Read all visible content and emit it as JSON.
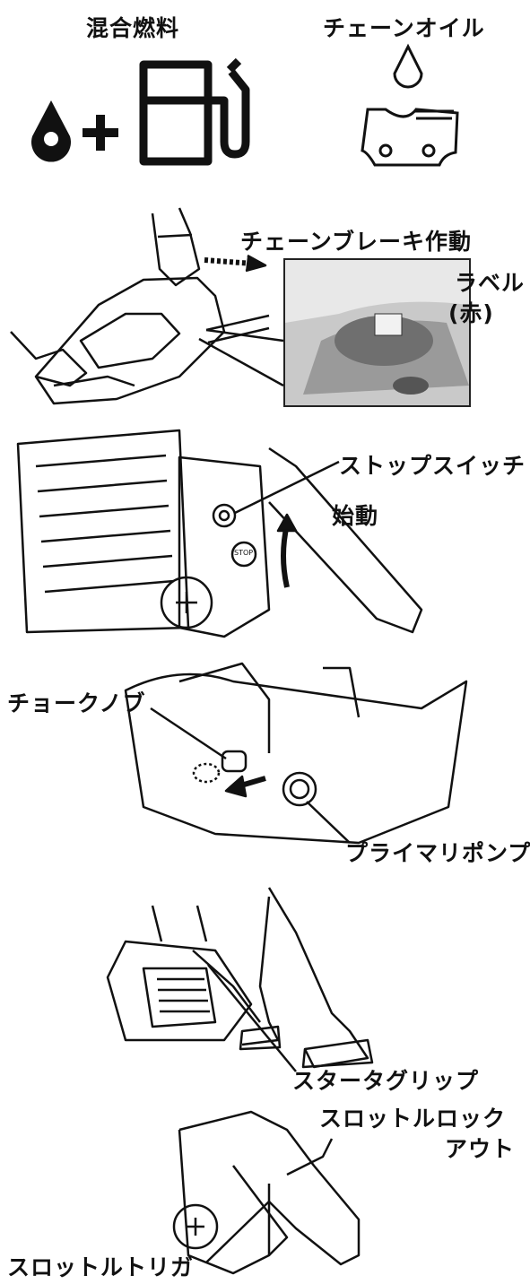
{
  "fuel_section": {
    "mixed_fuel_label": "混合燃料",
    "chain_oil_label": "チェーンオイル"
  },
  "brake_section": {
    "chain_brake_label": "チェーンブレーキ作動",
    "label_red_line1": "ラベル",
    "label_red_line2": "(赤)"
  },
  "stop_section": {
    "stop_switch_label": "ストップスイッチ",
    "start_label": "始動",
    "stop_badge": "STOP"
  },
  "choke_section": {
    "choke_knob_label": "チョークノブ",
    "primer_pump_label": "プライマリポンプ"
  },
  "starter_section": {
    "starter_grip_label": "スタータグリップ"
  },
  "throttle_section": {
    "throttle_lockout_line1": "スロットルロック",
    "throttle_lockout_line2": "アウト",
    "throttle_trigger_label": "スロットルトリガ"
  },
  "colors": {
    "ink": "#111111",
    "photo_bg": "#cfcfcf"
  }
}
